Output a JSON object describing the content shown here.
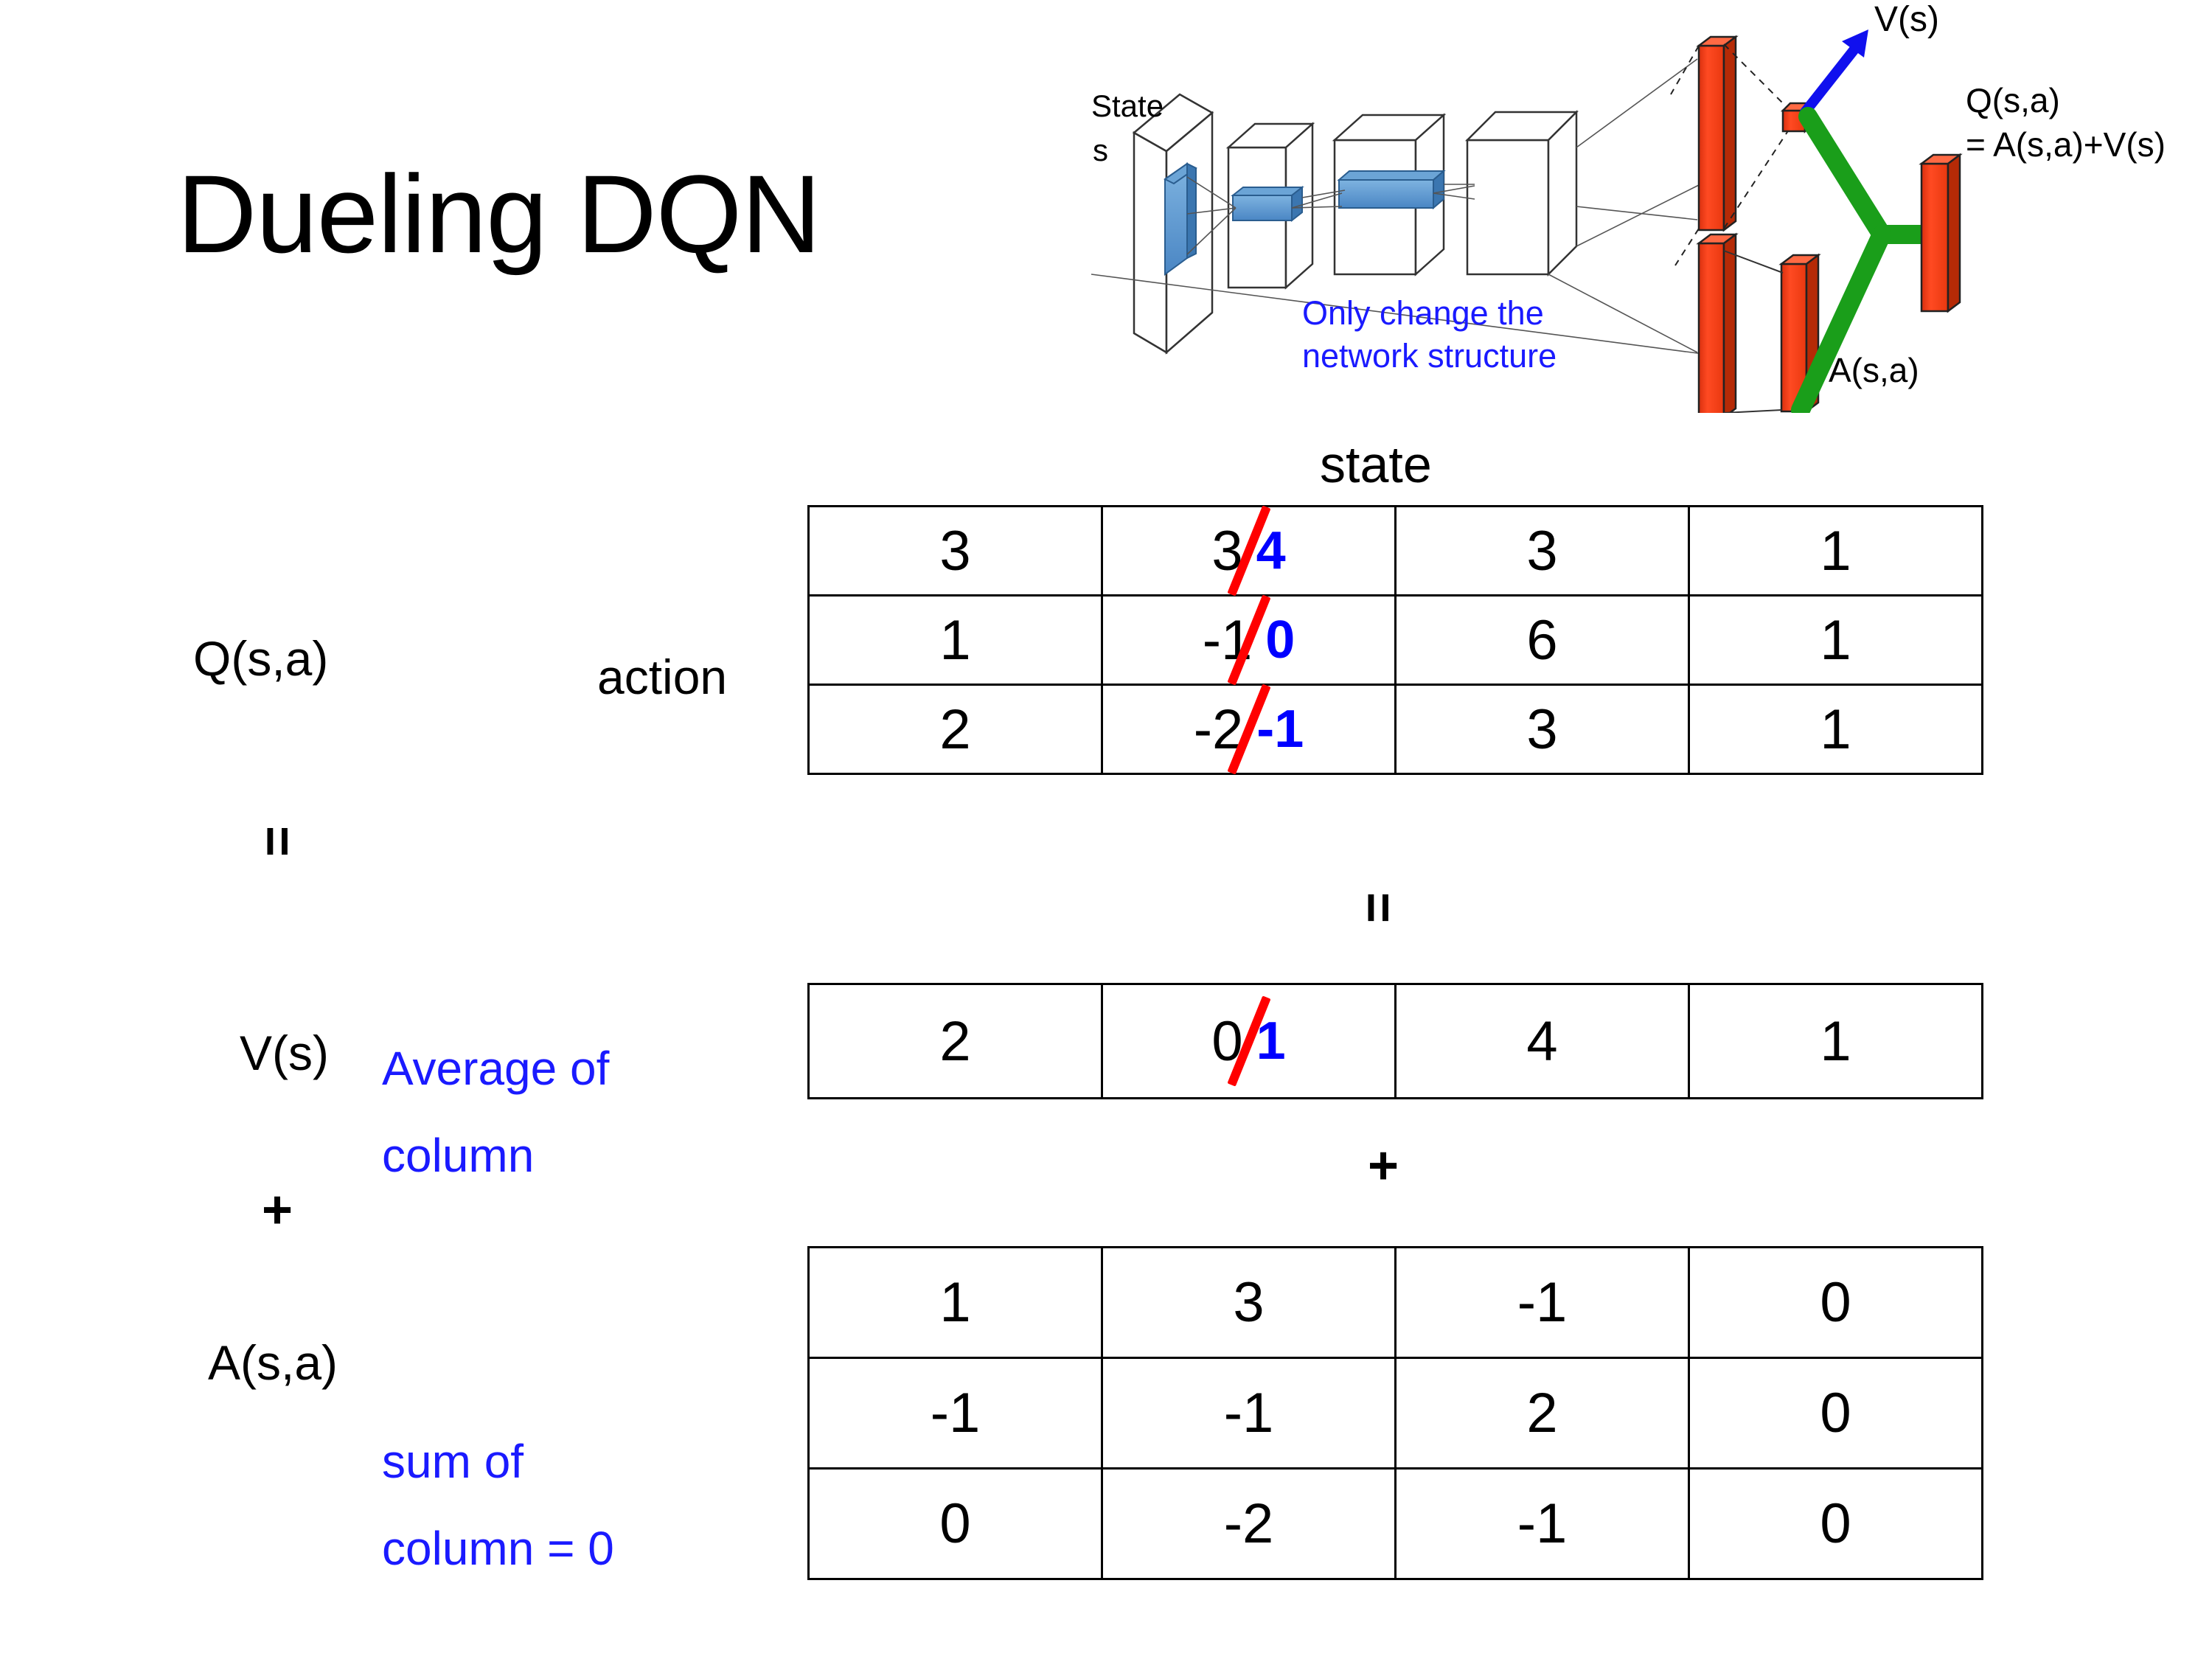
{
  "slide": {
    "title": "Dueling DQN"
  },
  "diagram": {
    "state_label_line1": "State",
    "state_label_line2": "s",
    "note_line1": "Only change the",
    "note_line2": "network structure",
    "value_label": "V(s)",
    "advantage_label": "A(s,a)",
    "q_label_line1": "Q(s,a)",
    "q_label_line2": "= A(s,a)+V(s)",
    "colors": {
      "note": "#0000ff",
      "arrow": "#0000ff",
      "merge": "#1a9e1a",
      "bar": "#f03c18",
      "filter": "#4f90d0"
    }
  },
  "axes": {
    "state": "state",
    "action": "action"
  },
  "labels": {
    "q": "Q(s,a)",
    "v": "V(s)",
    "a": "A(s,a)",
    "equals": "=",
    "plus": "+",
    "v_note_line1": "Average of",
    "v_note_line2": "column",
    "a_note_line1": "sum of",
    "a_note_line2": "column = 0"
  },
  "chart_data": {
    "type": "table",
    "title": "Dueling DQN decomposition Q(s,a) = V(s) + A(s,a)",
    "xlabel": "state",
    "ylabel": "action",
    "tables": [
      {
        "name": "Q(s,a)",
        "rows": [
          [
            "3",
            "3",
            "3",
            "1"
          ],
          [
            "1",
            "-1",
            "6",
            "1"
          ],
          [
            "2",
            "-2",
            "3",
            "1"
          ]
        ],
        "edits": [
          {
            "row": 0,
            "col": 1,
            "old": "3",
            "new": "4"
          },
          {
            "row": 1,
            "col": 1,
            "old": "-1",
            "new": "0"
          },
          {
            "row": 2,
            "col": 1,
            "old": "-2",
            "new": "-1"
          }
        ]
      },
      {
        "name": "V(s)",
        "rows": [
          [
            "2",
            "0",
            "4",
            "1"
          ]
        ],
        "edits": [
          {
            "row": 0,
            "col": 1,
            "old": "0",
            "new": "1"
          }
        ]
      },
      {
        "name": "A(s,a)",
        "rows": [
          [
            "1",
            "3",
            "-1",
            "0"
          ],
          [
            "-1",
            "-1",
            "2",
            "0"
          ],
          [
            "0",
            "-2",
            "-1",
            "0"
          ]
        ],
        "edits": []
      }
    ]
  },
  "q_table": {
    "rows": [
      {
        "c0": "3",
        "c1_old": "3",
        "c1_new": "4",
        "c2": "3",
        "c3": "1"
      },
      {
        "c0": "1",
        "c1_old": "-1",
        "c1_new": "0",
        "c2": "6",
        "c3": "1"
      },
      {
        "c0": "2",
        "c1_old": "-2",
        "c1_new": "-1",
        "c2": "3",
        "c3": "1"
      }
    ]
  },
  "v_table": {
    "rows": [
      {
        "c0": "2",
        "c1_old": "0",
        "c1_new": "1",
        "c2": "4",
        "c3": "1"
      }
    ]
  },
  "a_table": {
    "rows": [
      {
        "c0": "1",
        "c1": "3",
        "c2": "-1",
        "c3": "0"
      },
      {
        "c0": "-1",
        "c1": "-1",
        "c2": "2",
        "c3": "0"
      },
      {
        "c0": "0",
        "c1": "-2",
        "c2": "-1",
        "c3": "0"
      }
    ]
  }
}
